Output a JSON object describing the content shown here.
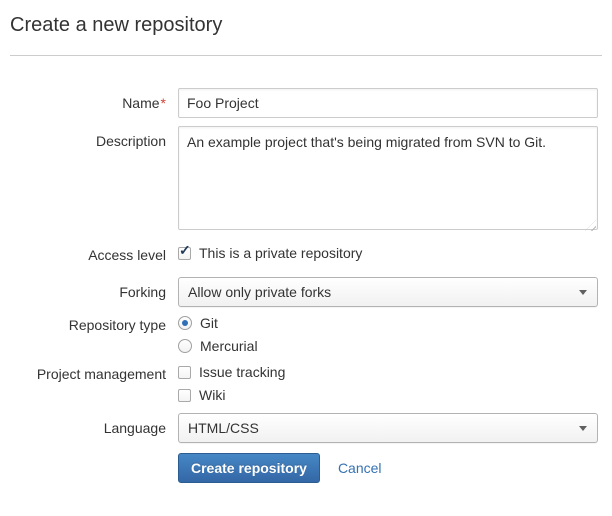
{
  "page": {
    "title": "Create a new repository"
  },
  "colors": {
    "accent_blue": "#3572b0",
    "button_gradient_top": "#4687c5",
    "button_gradient_bottom": "#3467a6",
    "required_red": "#d04437"
  },
  "icons": {
    "check_glyph": "✓",
    "dropdown_arrow": "chevron-down-icon",
    "resize_grip": "resize-handle-icon"
  },
  "form": {
    "name": {
      "label": "Name",
      "required_marker": "*",
      "value": "Foo Project"
    },
    "description": {
      "label": "Description",
      "value": "An example project that's being migrated from SVN to Git."
    },
    "access_level": {
      "label": "Access level",
      "checkbox_label": "This is a private repository",
      "checked": true
    },
    "forking": {
      "label": "Forking",
      "selected": "Allow only private forks"
    },
    "repository_type": {
      "label": "Repository type",
      "options": [
        {
          "label": "Git",
          "selected": true
        },
        {
          "label": "Mercurial",
          "selected": false
        }
      ]
    },
    "project_management": {
      "label": "Project management",
      "options": [
        {
          "label": "Issue tracking",
          "checked": false
        },
        {
          "label": "Wiki",
          "checked": false
        }
      ]
    },
    "language": {
      "label": "Language",
      "selected": "HTML/CSS"
    },
    "actions": {
      "submit_label": "Create repository",
      "cancel_label": "Cancel"
    }
  }
}
